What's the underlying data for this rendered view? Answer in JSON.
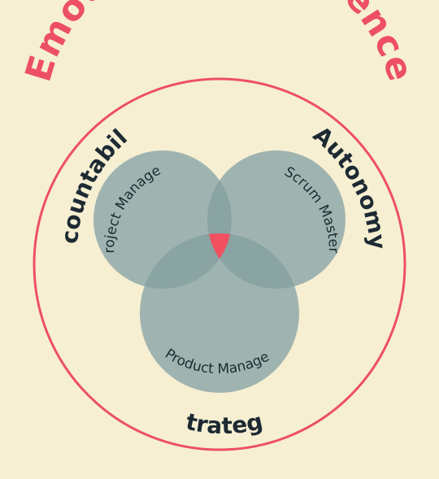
{
  "title": "Emotional Intelligence",
  "outer_labels": {
    "left": "Accountability",
    "right": "Autonomy",
    "bottom": "Strategy"
  },
  "roles": {
    "left": "Project Manager",
    "right": "Scrum Master",
    "bottom": "Product Manager"
  },
  "colors": {
    "background": "#f6efd2",
    "accent": "#ed4f63",
    "circle_fill": "#9fb4b0",
    "overlap_fill": "#8aa3a3",
    "center_fill": "#f0505f",
    "text_dark": "#1d2a33"
  }
}
